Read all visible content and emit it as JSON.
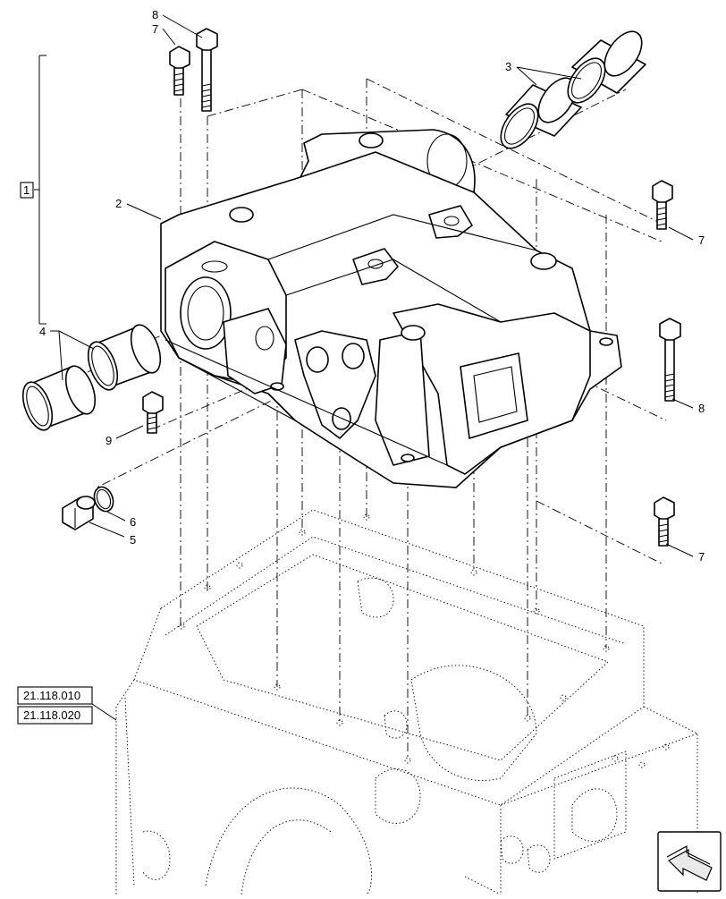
{
  "callouts": {
    "c1": "1",
    "c2": "2",
    "c3": "3",
    "c4": "4",
    "c5": "5",
    "c6": "6",
    "c7a": "7",
    "c7b": "7",
    "c7c": "7",
    "c8a": "8",
    "c8b": "8",
    "c9": "9"
  },
  "references": [
    "21.118.010",
    "21.118.020"
  ],
  "nav": {
    "icon": "arrow-left-icon"
  }
}
